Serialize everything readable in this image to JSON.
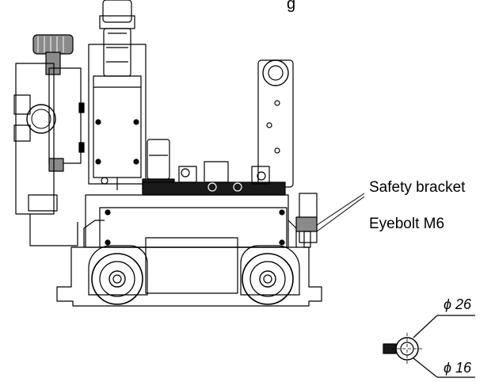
{
  "header": {
    "partial_title": "g"
  },
  "callouts": {
    "safety_bracket": "Safety bracket",
    "eyebolt": "Eyebolt M6"
  },
  "dimensions": {
    "outer_diameter": "ϕ 26",
    "inner_diameter": "ϕ 16"
  },
  "colors": {
    "ink": "#000000",
    "paper": "#ffffff",
    "dark_fill": "#1a1a1a",
    "mid_fill": "#8a8a8a"
  }
}
